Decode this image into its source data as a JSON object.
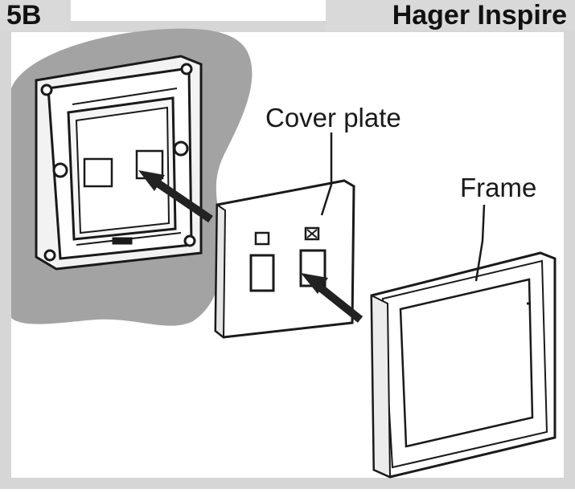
{
  "header": {
    "step": "5B",
    "brand": "Hager Inspire"
  },
  "labels": {
    "cover_plate": "Cover plate",
    "frame": "Frame"
  },
  "colors": {
    "panel_border": "#d6d6d6",
    "wall": "#a3a3a3",
    "line": "#1a1a1a",
    "arrow": "#222222"
  }
}
